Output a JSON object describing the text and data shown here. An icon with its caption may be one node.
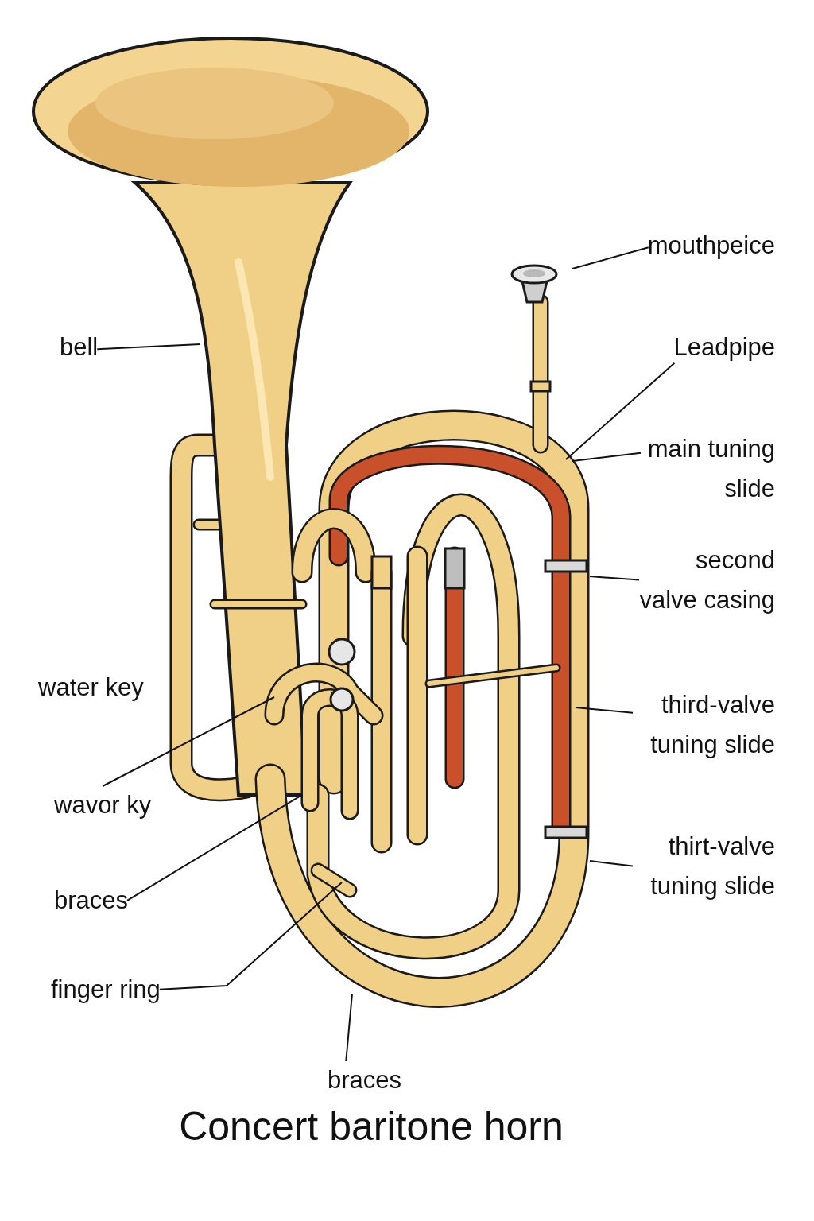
{
  "diagram": {
    "title": "Concert baritone horn",
    "nodes": [
      {
        "text": [
          "mouthpeice"
        ]
      },
      {
        "text": [
          "bell"
        ]
      },
      {
        "text": [
          "Leadpipe"
        ]
      },
      {
        "text": [
          "main tuning slide"
        ]
      },
      {
        "text": [
          "second valve casing"
        ]
      },
      {
        "text": [
          "wavor ky"
        ]
      },
      {
        "text": [
          "third-valve tuning slide"
        ]
      },
      {
        "text": [
          "braces"
        ]
      },
      {
        "text": [
          "thirt-valve tuning slide"
        ]
      },
      {
        "text": [
          "finger ring"
        ]
      },
      {
        "text": [
          "braces"
        ]
      }
    ],
    "edges": [
      {
        "from": 0,
        "to": null,
        "arrow": "none"
      },
      {
        "from": 1,
        "to": null,
        "arrow": "none"
      },
      {
        "from": 2,
        "to": null,
        "arrow": "none"
      },
      {
        "from": 3,
        "to": null,
        "arrow": "none"
      },
      {
        "from": 4,
        "to": null,
        "arrow": "none"
      },
      {
        "from": 5,
        "to": null,
        "arrow": "none"
      },
      {
        "from": 6,
        "to": null,
        "arrow": "none"
      },
      {
        "from": 7,
        "to": null,
        "arrow": "none"
      },
      {
        "from": 8,
        "to": null,
        "arrow": "none"
      },
      {
        "from": 9,
        "to": null,
        "arrow": "none"
      },
      {
        "from": 10,
        "to": null,
        "arrow": "none"
      }
    ],
    "labels": [
      "water key"
    ]
  }
}
